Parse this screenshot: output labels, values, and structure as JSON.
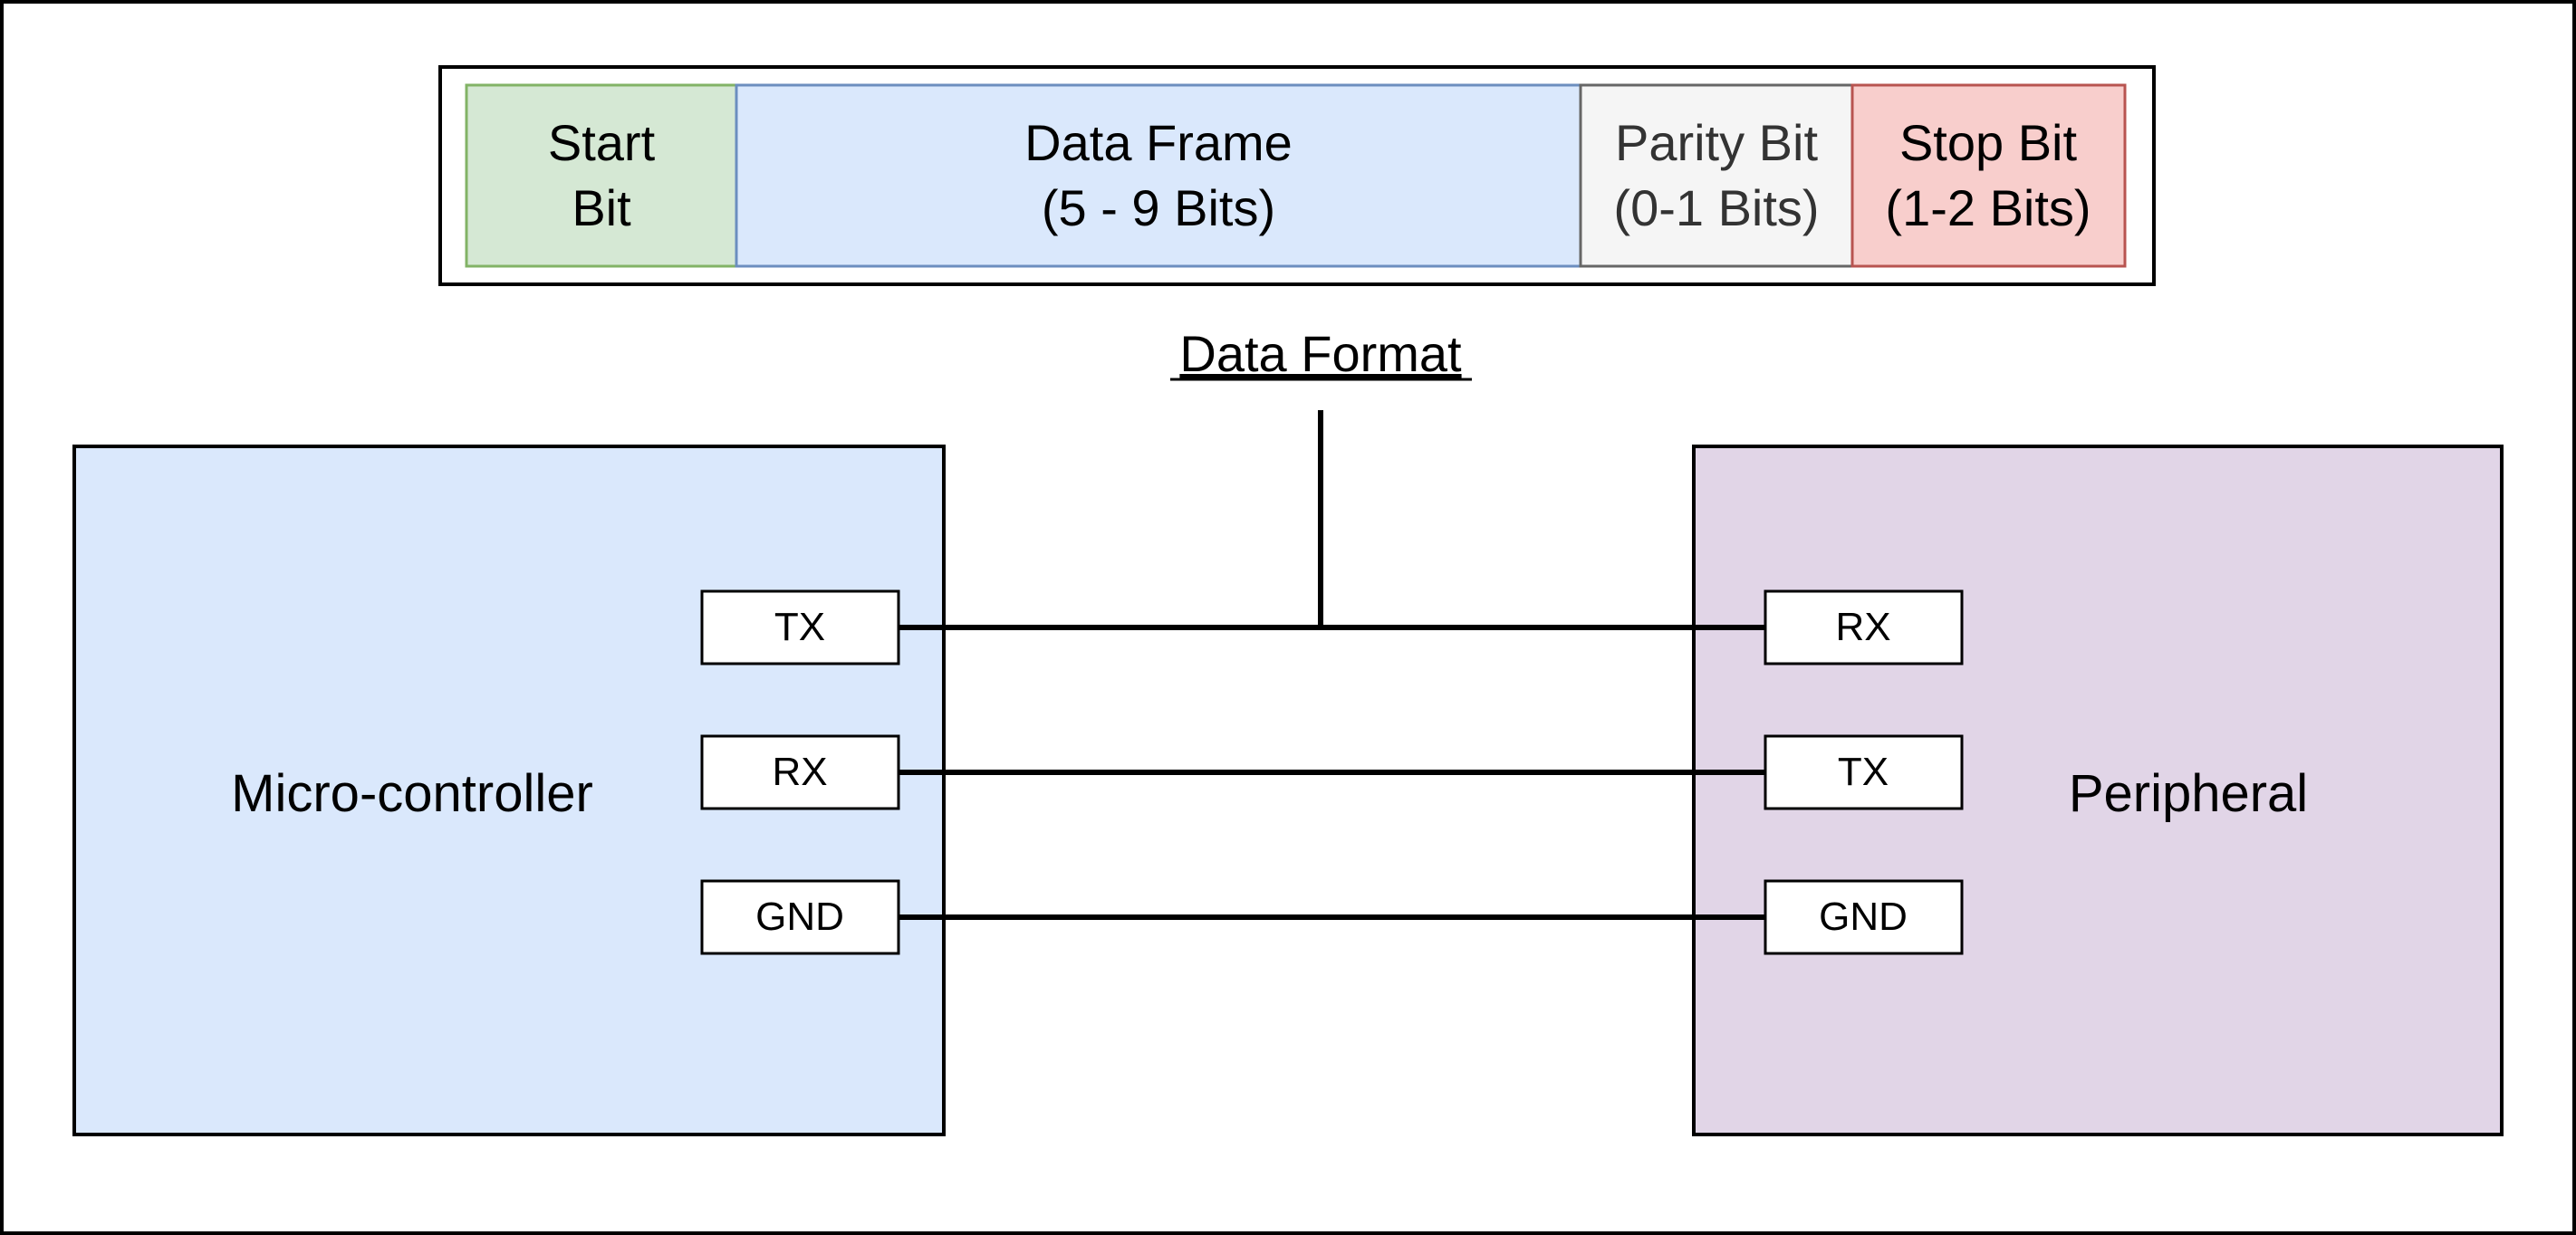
{
  "data_format": {
    "caption": "Data Format",
    "segments": [
      {
        "lines": [
          "Start",
          "Bit"
        ],
        "fill": "#d5e8d4",
        "stroke": "#82b366",
        "text_color": "#000000"
      },
      {
        "lines": [
          "Data Frame",
          "(5 - 9 Bits)"
        ],
        "fill": "#dae8fc",
        "stroke": "#6c8ebf",
        "text_color": "#000000"
      },
      {
        "lines": [
          "Parity Bit",
          "(0-1 Bits)"
        ],
        "fill": "#f5f5f5",
        "stroke": "#666666",
        "text_color": "#333333"
      },
      {
        "lines": [
          "Stop Bit",
          "(1-2 Bits)"
        ],
        "fill": "#f8cecc",
        "stroke": "#b85450",
        "text_color": "#000000"
      }
    ]
  },
  "devices": {
    "left": {
      "label": "Micro-controller",
      "fill": "#dae8fc"
    },
    "right": {
      "label": "Peripheral",
      "fill": "#e1d5e7"
    }
  },
  "connections": [
    {
      "left_pin": "TX",
      "right_pin": "RX"
    },
    {
      "left_pin": "RX",
      "right_pin": "TX"
    },
    {
      "left_pin": "GND",
      "right_pin": "GND"
    }
  ]
}
